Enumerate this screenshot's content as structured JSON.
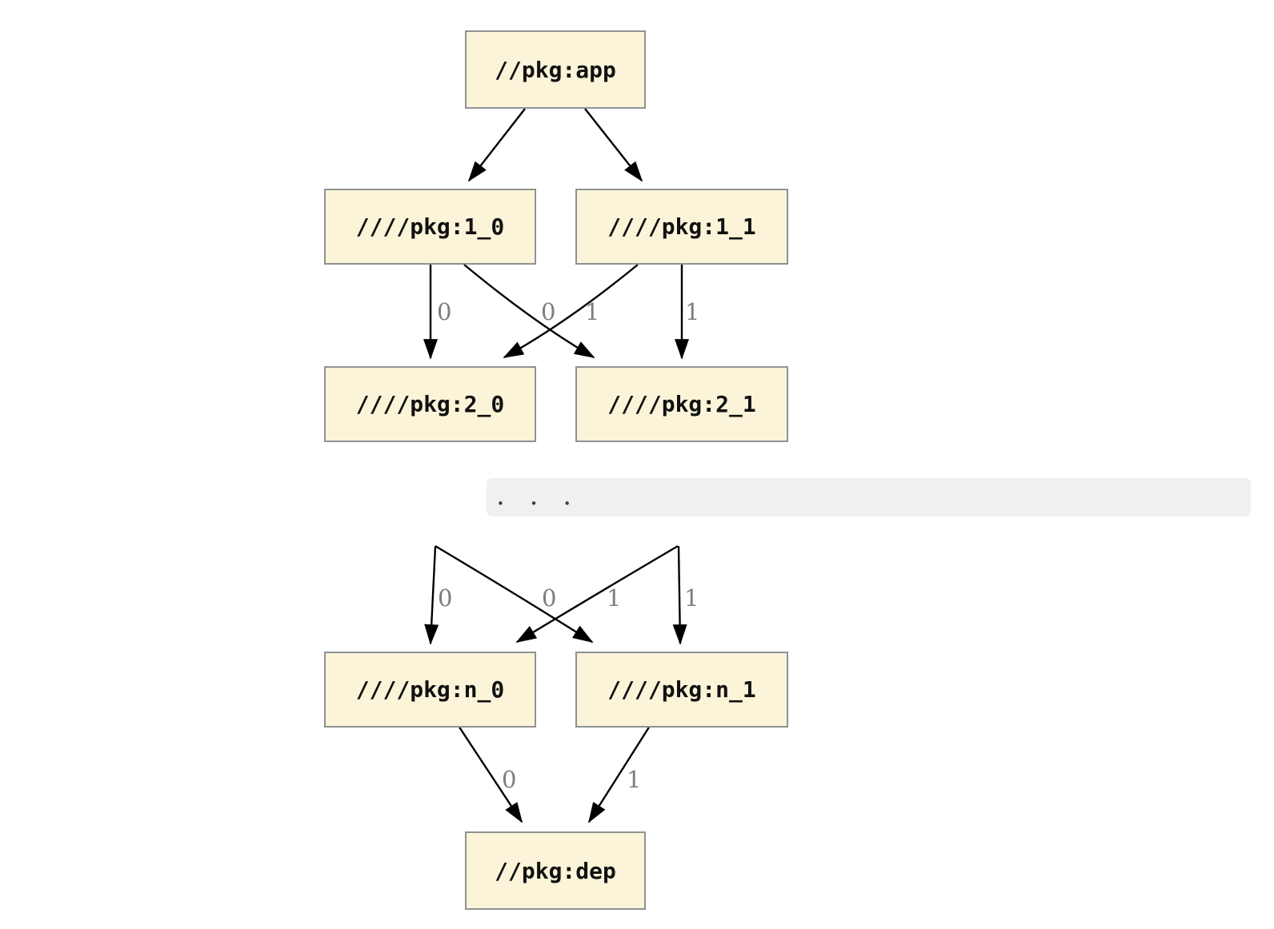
{
  "diagram": {
    "type": "dependency-graph",
    "nodes": [
      {
        "id": "app",
        "label": "//pkg:app"
      },
      {
        "id": "1_0",
        "label": "////pkg:1_0"
      },
      {
        "id": "1_1",
        "label": "////pkg:1_1"
      },
      {
        "id": "2_0",
        "label": "////pkg:2_0"
      },
      {
        "id": "2_1",
        "label": "////pkg:2_1"
      },
      {
        "id": "n_0",
        "label": "////pkg:n_0"
      },
      {
        "id": "n_1",
        "label": "////pkg:n_1"
      },
      {
        "id": "dep",
        "label": "//pkg:dep"
      }
    ],
    "edges": [
      {
        "from": "//pkg:app",
        "to": "////pkg:1_0",
        "label": ""
      },
      {
        "from": "//pkg:app",
        "to": "////pkg:1_1",
        "label": ""
      },
      {
        "from": "////pkg:1_0",
        "to": "////pkg:2_0",
        "label": "0"
      },
      {
        "from": "////pkg:1_1",
        "to": "////pkg:2_0",
        "label": "0"
      },
      {
        "from": "////pkg:1_0",
        "to": "////pkg:2_1",
        "label": "1"
      },
      {
        "from": "////pkg:1_1",
        "to": "////pkg:2_1",
        "label": "1"
      },
      {
        "from": "...",
        "to": "////pkg:n_0",
        "label": "0"
      },
      {
        "from": "...",
        "to": "////pkg:n_0",
        "label": "0"
      },
      {
        "from": "...",
        "to": "////pkg:n_1",
        "label": "1"
      },
      {
        "from": "...",
        "to": "////pkg:n_1",
        "label": "1"
      },
      {
        "from": "////pkg:n_0",
        "to": "//pkg:dep",
        "label": "0"
      },
      {
        "from": "////pkg:n_1",
        "to": "//pkg:dep",
        "label": "1"
      }
    ],
    "ellipsis": ". . .",
    "colors": {
      "node_fill": "#fbf4d9",
      "node_border": "#8d9294",
      "edge": "#000000",
      "edge_label": "#7d7d7d",
      "band_bg": "#f0f0f0",
      "dots": "#3d3d3d",
      "background": "#ffffff"
    }
  }
}
